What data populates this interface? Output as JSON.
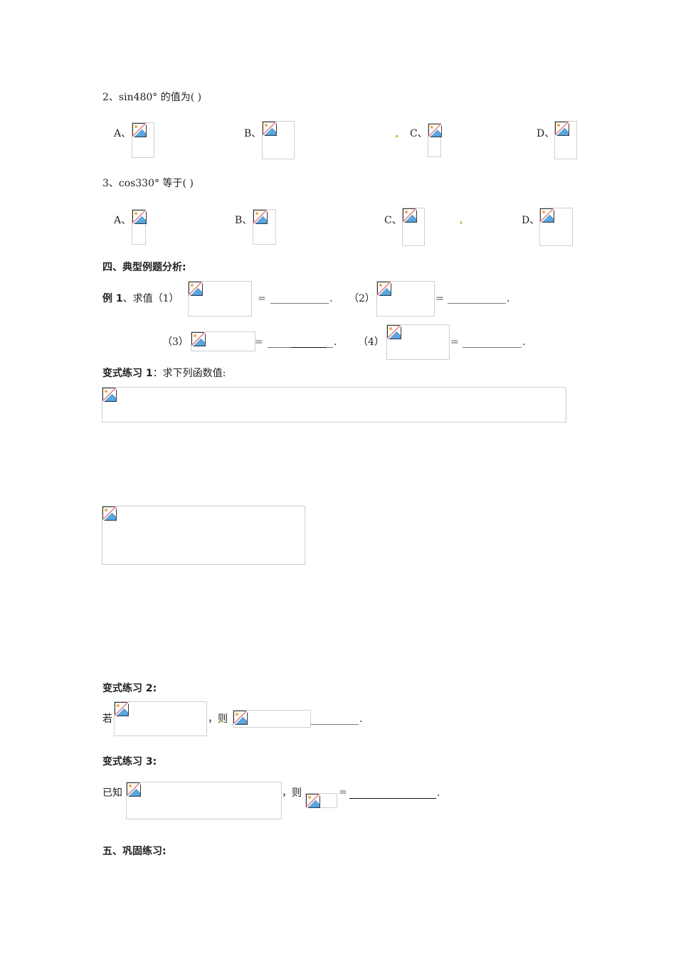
{
  "q2": {
    "stem": "2、sin480° 的值为(     )",
    "options": [
      {
        "label": "A、"
      },
      {
        "label": "B、"
      },
      {
        "label": "C、"
      },
      {
        "label": "D、"
      }
    ]
  },
  "q3": {
    "stem": "3、cos330° 等于(     )",
    "options": [
      {
        "label": "A、"
      },
      {
        "label": "B、"
      },
      {
        "label": "C、"
      },
      {
        "label": "D、"
      }
    ]
  },
  "section4": {
    "title": "四、典型例题分析:",
    "example1": {
      "label_bold": "例 1",
      "label_rest": "、求值（1）",
      "parts": [
        {
          "num": "（1）",
          "eq": "="
        },
        {
          "num": "（2）",
          "eq": "="
        },
        {
          "num": "（3）",
          "eq": "="
        },
        {
          "num": "（4）",
          "eq": "="
        }
      ],
      "period": "."
    },
    "variant1": {
      "title_bold": "变式练习 1",
      "title_rest": "：求下列函数值:"
    },
    "variant2": {
      "title": "变式练习 2:",
      "prefix": "若",
      "middle": "，则",
      "period": "."
    },
    "variant3": {
      "title": "变式练习 3:",
      "prefix": "已知",
      "middle": "，则",
      "eq": "=",
      "period": "."
    }
  },
  "section5": {
    "title": "五、巩固练习:"
  },
  "icons": {
    "broken_image": "broken-image-icon"
  },
  "colors": {
    "box_border": "#cfcfcf",
    "dot": "#b8c44a",
    "icon_blue": "#5aa7e0",
    "icon_red": "#e07070"
  }
}
